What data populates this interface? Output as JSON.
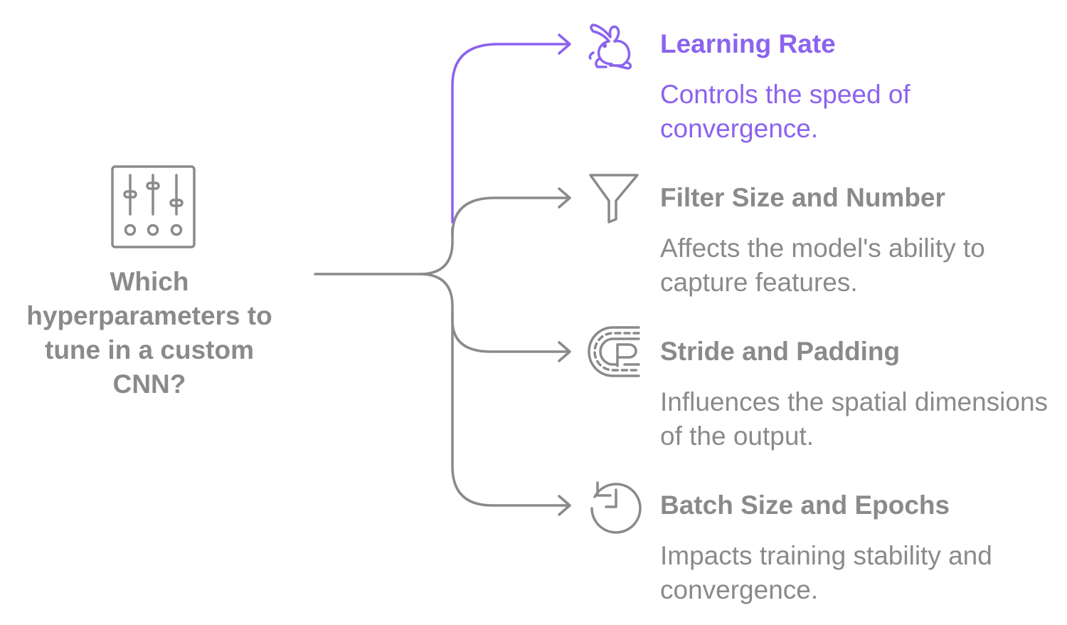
{
  "colors": {
    "accent": "#8b63ee",
    "neutral": "#8a8a8a"
  },
  "root": {
    "icon": "sliders-icon",
    "question": "Which hyperparameters to tune in a custom CNN?"
  },
  "branches": [
    {
      "icon": "rabbit-icon",
      "title": "Learning Rate",
      "description": "Controls the speed of convergence.",
      "highlighted": true
    },
    {
      "icon": "funnel-icon",
      "title": "Filter Size and Number",
      "description": "Affects the model's ability to capture features.",
      "highlighted": false
    },
    {
      "icon": "track-icon",
      "title": "Stride and Padding",
      "description": "Influences the spatial dimensions of the output.",
      "highlighted": false
    },
    {
      "icon": "history-clock-icon",
      "title": "Batch Size and Epochs",
      "description": "Impacts training stability and convergence.",
      "highlighted": false
    }
  ]
}
